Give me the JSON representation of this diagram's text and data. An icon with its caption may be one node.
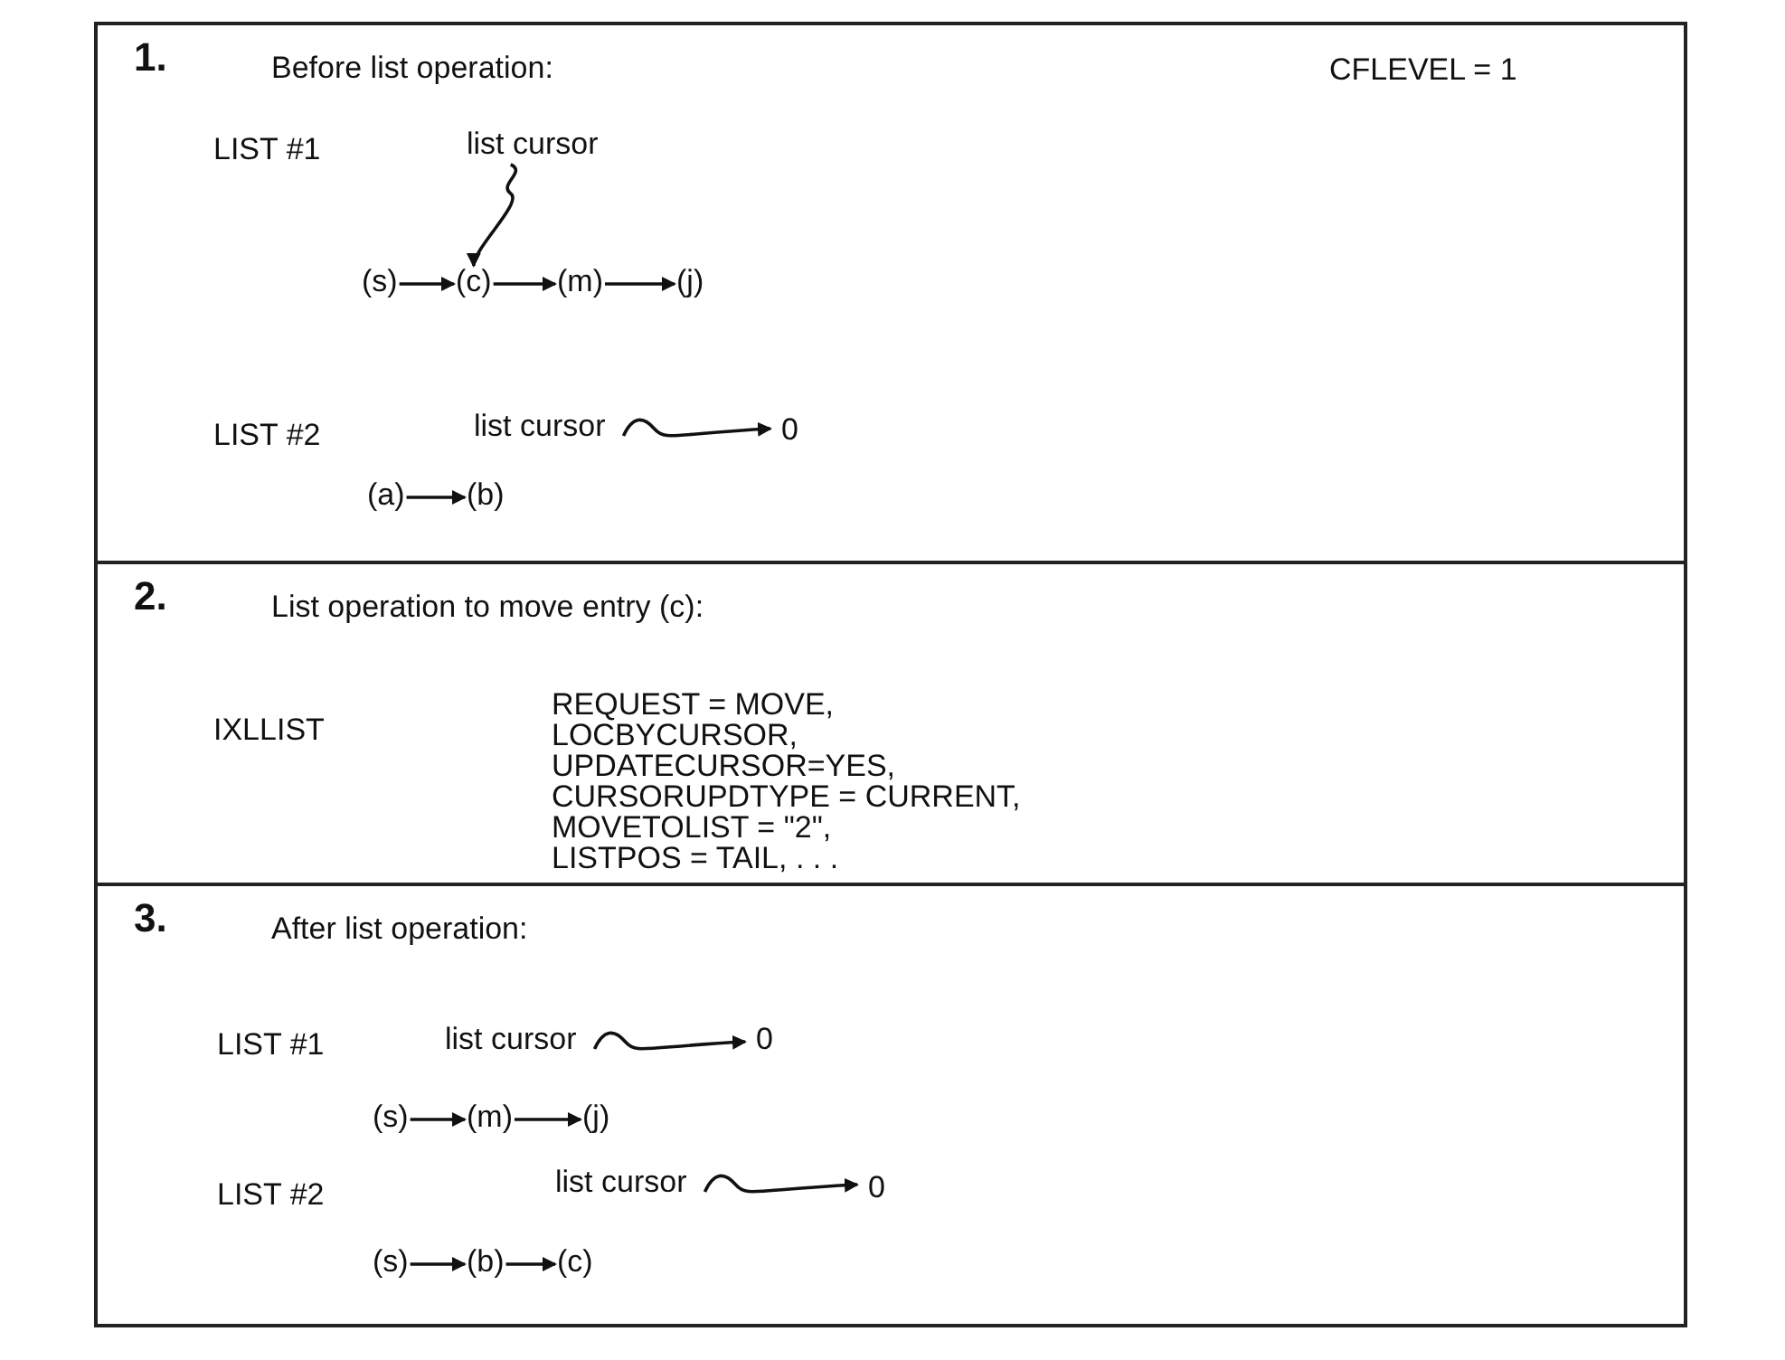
{
  "diagram": {
    "nodes": [
      {
        "text": [
          "1.",
          "Before list operation:"
        ]
      },
      {
        "text": [
          "list cursor"
        ],
        "in": 0
      },
      {
        "text": [
          "(s)"
        ],
        "in": 0
      },
      {
        "text": [
          "(c)"
        ],
        "in": 0
      },
      {
        "text": [
          "(m)"
        ],
        "in": 0
      },
      {
        "text": [
          "(j)"
        ],
        "in": 0
      },
      {
        "text": [
          "list cursor"
        ],
        "in": 0
      },
      {
        "text": [
          "0"
        ],
        "in": 0
      },
      {
        "text": [
          "(a)"
        ],
        "in": 0
      },
      {
        "text": [
          "(b)"
        ],
        "in": 0
      },
      {
        "text": [
          "2.",
          "List operation to move entry (c):"
        ]
      },
      {
        "text": [
          "3.",
          "After list operation:"
        ]
      },
      {
        "text": [
          "list cursor"
        ],
        "in": 11
      },
      {
        "text": [
          "0"
        ],
        "in": 11
      },
      {
        "text": [
          "(s)"
        ],
        "in": 11
      },
      {
        "text": [
          "(m)"
        ],
        "in": 11
      },
      {
        "text": [
          "(j)"
        ],
        "in": 11
      },
      {
        "text": [
          "list cursor"
        ],
        "in": 11
      },
      {
        "text": [
          "0"
        ],
        "in": 11
      },
      {
        "text": [
          "(s)"
        ],
        "in": 11
      },
      {
        "text": [
          "(b)"
        ],
        "in": 11
      },
      {
        "text": [
          "(c)"
        ],
        "in": 11
      }
    ],
    "edges": [
      {
        "from": 1,
        "to": 3,
        "arrow": "to"
      },
      {
        "from": 2,
        "to": 3,
        "arrow": "to"
      },
      {
        "from": 3,
        "to": 4,
        "arrow": "to"
      },
      {
        "from": 4,
        "to": 5,
        "arrow": "to"
      },
      {
        "from": 6,
        "to": 7,
        "arrow": "to"
      },
      {
        "from": 8,
        "to": 9,
        "arrow": "to"
      },
      {
        "from": 12,
        "to": 13,
        "arrow": "to"
      },
      {
        "from": 14,
        "to": 15,
        "arrow": "to"
      },
      {
        "from": 15,
        "to": 16,
        "arrow": "to"
      },
      {
        "from": 17,
        "to": 18,
        "arrow": "to"
      },
      {
        "from": 19,
        "to": 20,
        "arrow": "to"
      },
      {
        "from": 20,
        "to": 21,
        "arrow": "to"
      }
    ],
    "labels": [
      "CFLEVEL = 1",
      "LIST #1",
      "LIST #2",
      "IXLLIST",
      "REQUEST = MOVE,",
      "LOCBYCURSOR,",
      "UPDATECURSOR=YES,",
      "CURSORUPDTYPE = CURRENT,",
      "MOVETOLIST = \"2\",",
      "LISTPOS = TAIL, . . .",
      "LIST #1",
      "LIST #2"
    ]
  }
}
